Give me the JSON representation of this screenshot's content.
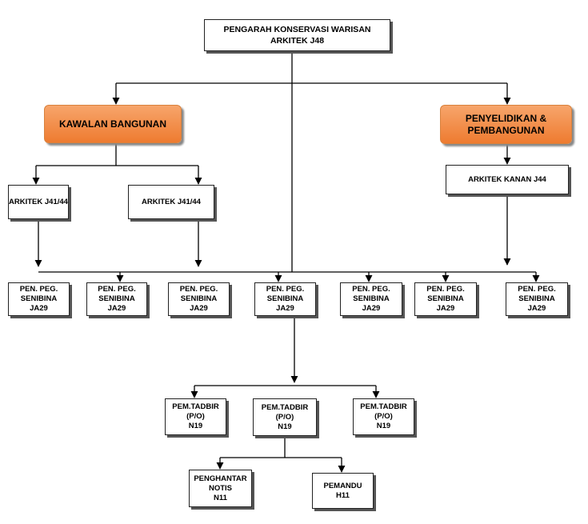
{
  "nodes": {
    "director": "PENGARAH KONSERVASI  WARISAN\nARKITEK J48",
    "kawalan": "KAWALAN BANGUNAN",
    "penyelidikan": "PENYELIDIKAN &\nPEMBANGUNAN",
    "arkitek_1": "ARKITEK J41/44",
    "arkitek_2": "ARKITEK J41/44",
    "arkitek_kanan": "ARKITEK KANAN J44",
    "pen_peg_1": "PEN. PEG.\nSENIBINA\nJA29",
    "pen_peg_2": "PEN. PEG.\nSENIBINA\nJA29",
    "pen_peg_3": "PEN. PEG.\nSENIBINA\nJA29",
    "pen_peg_4": "PEN. PEG.\nSENIBINA\nJA29",
    "pen_peg_5": "PEN. PEG.\nSENIBINA\nJA29",
    "pen_peg_6": "PEN. PEG.\nSENIBINA\nJA29",
    "pen_peg_7": "PEN. PEG.\nSENIBINA\nJA29",
    "pem_tadbir_1": "PEM.TADBIR\n(P/O)\nN19",
    "pem_tadbir_2": "PEM.TADBIR\n(P/O)\nN19",
    "pem_tadbir_3": "PEM.TADBIR\n(P/O)\nN19",
    "penghantar": "PENGHANTAR\nNOTIS\nN11",
    "pemandu": "PEMANDU\nH11"
  },
  "colors": {
    "accent_orange": "#ee7b30",
    "line": "#000000"
  }
}
